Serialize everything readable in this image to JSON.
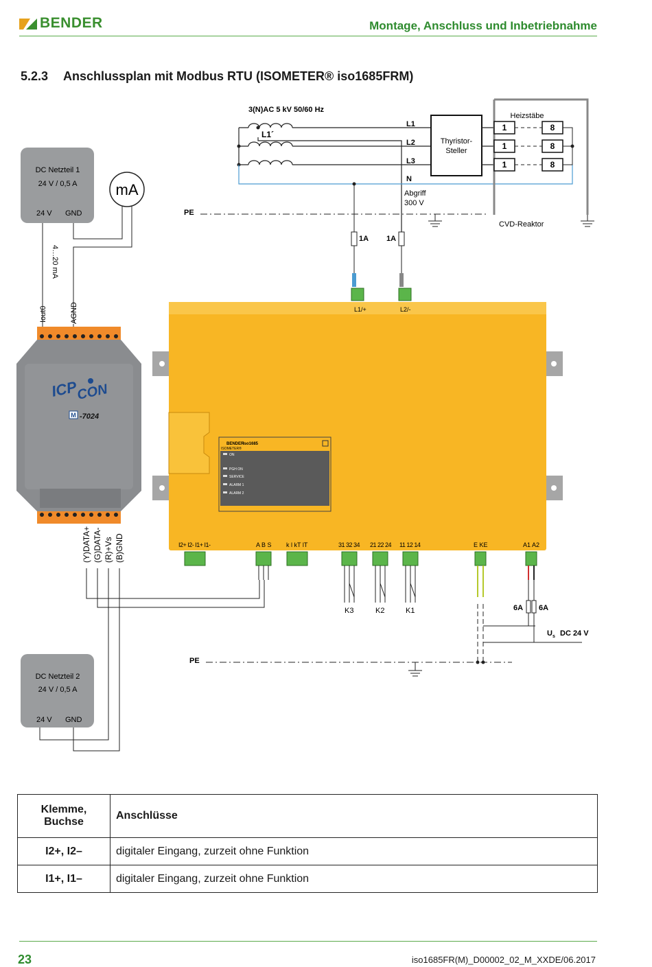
{
  "header": {
    "brand": "BENDER",
    "section_title": "Montage, Anschluss und Inbetriebnahme"
  },
  "chapter": {
    "number": "5.2.3",
    "title": "Anschlussplan mit Modbus RTU (ISOMETER® iso1685FRM)"
  },
  "diagram": {
    "supply_label": "3(N)AC   5 kV   50/60 Hz",
    "l1_prime": "L1´",
    "phases": [
      "L1",
      "L2",
      "L3",
      "N"
    ],
    "thyristor": [
      "Thyristor-",
      "Steller"
    ],
    "heater_title": "Heizstäbe",
    "heater_rows": [
      {
        "left": "1",
        "right": "8"
      },
      {
        "left": "1",
        "right": "8"
      },
      {
        "left": "1",
        "right": "8"
      }
    ],
    "tap": [
      "Abgriff",
      "300 V"
    ],
    "pe": "PE",
    "reactor": "CVD-Reaktor",
    "fuse_1a": "1A",
    "fuse_6a": "6A",
    "psu1": {
      "title": "DC Netzteil 1",
      "rating": "24 V / 0,5 A",
      "pin_24v": "24 V",
      "pin_gnd": "GND"
    },
    "psu2": {
      "title": "DC Netzteil 2",
      "rating": "24 V / 0,5 A",
      "pin_24v": "24 V",
      "pin_gnd": "GND"
    },
    "ma_meter": "mA",
    "current_range": "4…20 mA",
    "iout": "Iout0",
    "agnd": "AGND",
    "icpcon_logo_a": "ICP",
    "icpcon_logo_b": "CON",
    "icpcon_model": "-7024",
    "icpcon_badge": "M",
    "rs485_labels": [
      "(Y)DATA+",
      "(G)DATA-",
      "(R)+Vs",
      "(B)GND"
    ],
    "device_top_terminals": [
      "L1/+",
      "L2/-"
    ],
    "device_bottom_terminals": [
      "I2+ I2- I1+ I1-",
      "A B S",
      "k l kT lT",
      "31 32 34",
      "21 22 24",
      "11 12 14",
      "E  KE",
      "A1 A2"
    ],
    "relays": [
      "K3",
      "K2",
      "K1"
    ],
    "us_symbol": "U",
    "us_sub": "s",
    "us_value": "DC 24 V",
    "panel": {
      "brand": "BENDER",
      "brand_sub": "ISOMETER®",
      "model": "iso1685",
      "leds": [
        "ON",
        "PGH ON",
        "SERVICE",
        "ALARM 1",
        "ALARM 2"
      ]
    }
  },
  "table": {
    "col1_header": [
      "Klemme,",
      "Buchse"
    ],
    "col2_header": "Anschlüsse",
    "rows": [
      {
        "terminal": "I2+, I2–",
        "desc": "digitaler Eingang, zurzeit ohne Funktion"
      },
      {
        "terminal": "I1+, I1–",
        "desc": "digitaler Eingang, zurzeit ohne Funktion"
      }
    ]
  },
  "footer": {
    "page": "23",
    "doc_id": "iso1685FR(M)_D00002_02_M_XXDE/06.2017"
  },
  "colors": {
    "green": "#2e8b2e",
    "device_yellow": "#f8b624",
    "orange_terminal": "#f08a2a",
    "icp_grey": "#8a8c8f",
    "psu_grey": "#9a9c9e",
    "neutral_blue": "#4b9bd1"
  }
}
